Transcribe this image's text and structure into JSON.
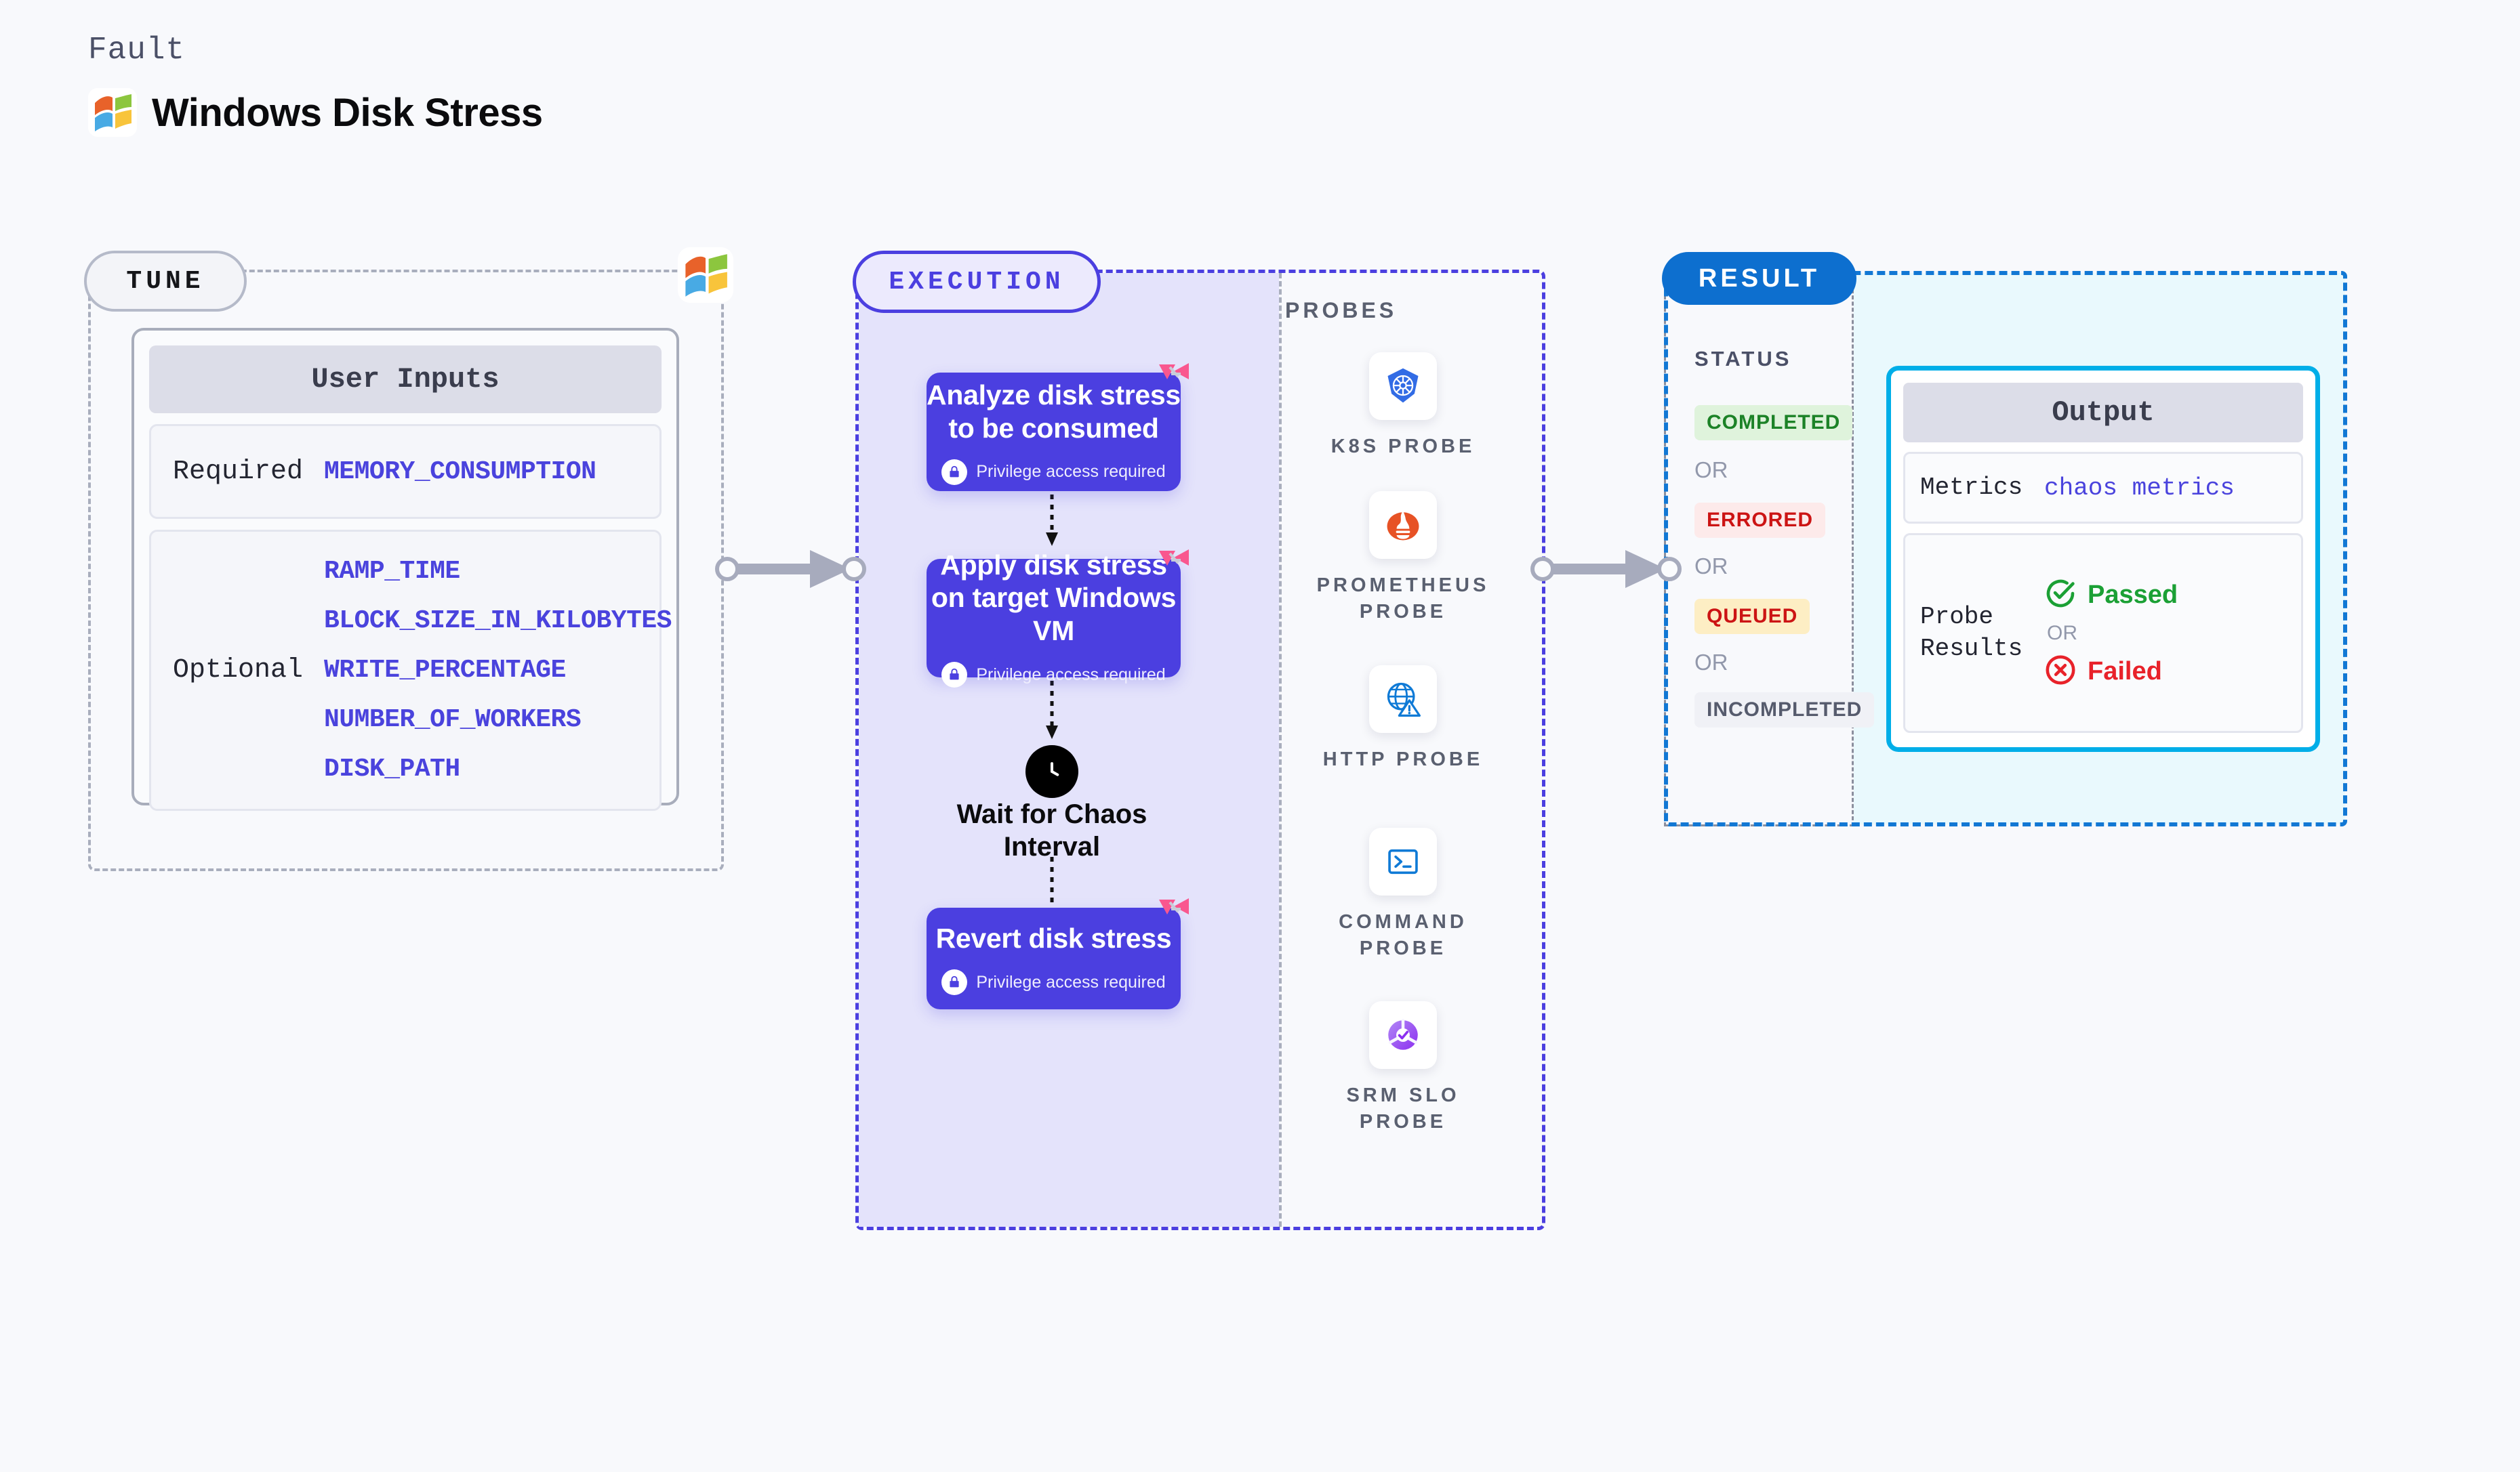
{
  "header": {
    "kicker": "Fault",
    "title": "Windows Disk Stress",
    "logo_icon": "windows-logo-icon"
  },
  "tune": {
    "pill_label": "TUNE",
    "card_title": "User Inputs",
    "groups": [
      {
        "label": "Required",
        "values": [
          "MEMORY_CONSUMPTION"
        ]
      },
      {
        "label": "Optional",
        "values": [
          "RAMP_TIME",
          "BLOCK_SIZE_IN_KILOBYTES",
          "WRITE_PERCENTAGE",
          "NUMBER_OF_WORKERS",
          "DISK_PATH"
        ]
      }
    ]
  },
  "execution": {
    "pill_label": "EXECUTION",
    "steps": [
      {
        "title": "Analyze disk stress to be consumed",
        "privilege": "Privilege access required",
        "badge_icon": "lock-icon",
        "corner_icon": "chaos-mark-icon"
      },
      {
        "title": "Apply disk stress on target Windows VM",
        "privilege": "Privilege access required",
        "badge_icon": "lock-icon",
        "corner_icon": "chaos-mark-icon"
      }
    ],
    "wait": {
      "label": "Wait for Chaos Interval",
      "icon": "clock-icon"
    },
    "final_step": {
      "title": "Revert disk stress",
      "privilege": "Privilege access required",
      "badge_icon": "lock-icon",
      "corner_icon": "chaos-mark-icon"
    }
  },
  "probes": {
    "section_label": "PROBES",
    "items": [
      {
        "name": "K8S PROBE",
        "icon": "kubernetes-icon"
      },
      {
        "name": "PROMETHEUS PROBE",
        "icon": "prometheus-icon"
      },
      {
        "name": "HTTP PROBE",
        "icon": "http-globe-icon"
      },
      {
        "name": "COMMAND PROBE",
        "icon": "terminal-icon"
      },
      {
        "name": "SRM SLO PROBE",
        "icon": "srm-slo-icon"
      }
    ]
  },
  "result": {
    "pill_label": "RESULT",
    "status_label": "STATUS",
    "or_label": "OR",
    "statuses": [
      {
        "label": "COMPLETED",
        "bg": "#dff3dc",
        "fg": "#1c8227"
      },
      {
        "label": "ERRORED",
        "bg": "#fdeaea",
        "fg": "#cc1414"
      },
      {
        "label": "QUEUED",
        "bg": "#fdeec4",
        "fg": "#cc1414"
      },
      {
        "label": "INCOMPLETED",
        "bg": "#f0f1f6",
        "fg": "#565b6d"
      }
    ],
    "output": {
      "title": "Output",
      "metrics_label": "Metrics",
      "metrics_value": "chaos metrics",
      "probe_results_label": "Probe Results",
      "passed_label": "Passed",
      "failed_label": "Failed",
      "or_label": "OR",
      "passed_icon": "check-circle-icon",
      "failed_icon": "x-circle-icon"
    }
  },
  "colors": {
    "accent_purple": "#4b3fe0",
    "accent_blue": "#0d6fcf",
    "accent_cyan": "#00aee8",
    "chaos_pink": "#f9578f",
    "background": "#f8f9fc"
  }
}
